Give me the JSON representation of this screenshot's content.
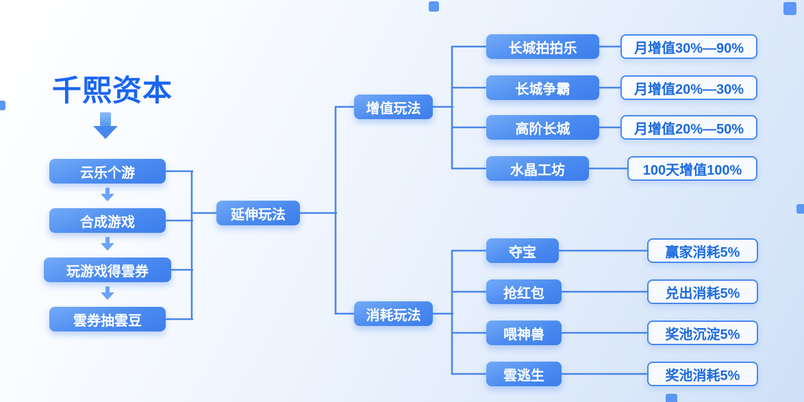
{
  "title": "千熙资本",
  "left_chain": [
    "云乐个游",
    "合成游戏",
    "玩游戏得雲券",
    "雲券抽雲豆"
  ],
  "hub": "延伸玩法",
  "branches": [
    {
      "label": "增值玩法",
      "children": [
        {
          "label": "长城拍拍乐",
          "result": "月增值30%—90%"
        },
        {
          "label": "长城争霸",
          "result": "月增值20%—30%"
        },
        {
          "label": "高阶长城",
          "result": "月增值20%—50%"
        },
        {
          "label": "水晶工坊",
          "result": "100天增值100%"
        }
      ]
    },
    {
      "label": "消耗玩法",
      "children": [
        {
          "label": "夺宝",
          "result": "赢家消耗5%"
        },
        {
          "label": "抢红包",
          "result": "兑出消耗5%"
        },
        {
          "label": "喂神兽",
          "result": "奖池沉淀5%"
        },
        {
          "label": "雲逃生",
          "result": "奖池消耗5%"
        }
      ]
    }
  ],
  "colors": {
    "node_blue": "#4788ee",
    "line_blue": "#4a86e8",
    "title_blue": "#1a65ef",
    "result_text_blue": "#1c6ae0",
    "background_tint": "#cfe1f8"
  }
}
